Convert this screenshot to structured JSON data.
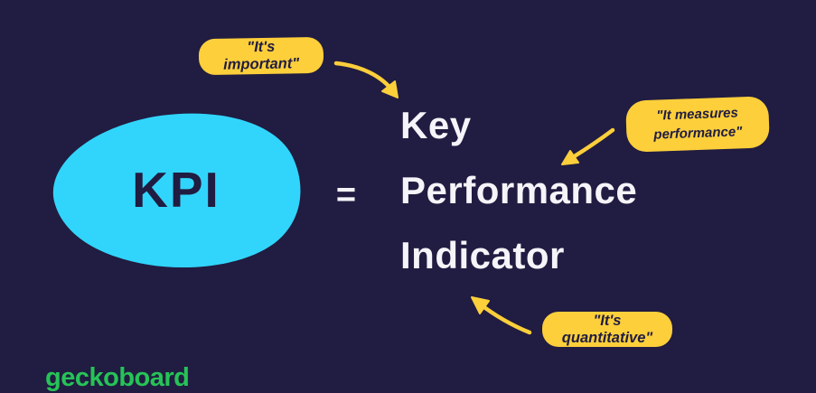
{
  "colors": {
    "background": "#211c41",
    "blob_cyan": "#31d5fb",
    "accent_yellow": "#fccf3b",
    "text_white": "#f5f4f9",
    "text_dark": "#211c41",
    "logo_green": "#26c357"
  },
  "acronym": {
    "label": "KPI"
  },
  "equation": {
    "equals_sign": "=",
    "expansion_lines": [
      "Key",
      "Performance",
      "Indicator"
    ]
  },
  "callouts": {
    "important": {
      "label": "\"It's important\""
    },
    "measures": {
      "label": "\"It measures performance\""
    },
    "quantitative": {
      "label": "\"It's quantitative\""
    }
  },
  "footer": {
    "logo_text": "geckoboard"
  }
}
